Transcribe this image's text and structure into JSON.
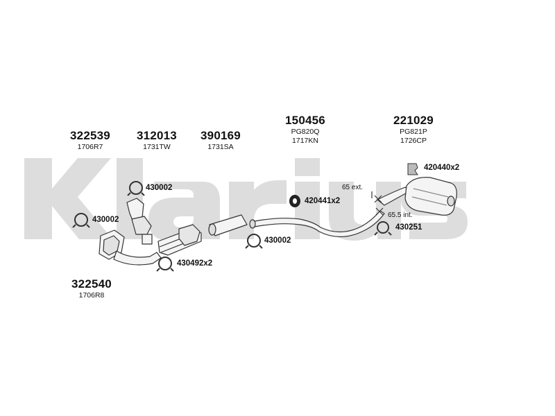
{
  "watermark": {
    "text": "Klarius",
    "color": "#dcdcdc"
  },
  "parts": {
    "p322539": {
      "number": "322539",
      "code": "1706R7"
    },
    "p312013": {
      "number": "312013",
      "code": "1731TW"
    },
    "p390169": {
      "number": "390169",
      "code": "1731SA"
    },
    "p150456": {
      "number": "150456",
      "code": "PG820Q",
      "code2": "1717KN"
    },
    "p221029": {
      "number": "221029",
      "code": "PG821P",
      "code2": "1726CP"
    },
    "p322540": {
      "number": "322540",
      "code": "1706R8"
    }
  },
  "fittings": {
    "f430002_top": "430002",
    "f430002_left": "430002",
    "f430002_mid": "430002",
    "f430492": "430492x2",
    "f420441": "420441x2",
    "f420440": "420440x2",
    "f430251": "430251"
  },
  "notes": {
    "ext": "65 ext.",
    "int": "65.5 int."
  }
}
